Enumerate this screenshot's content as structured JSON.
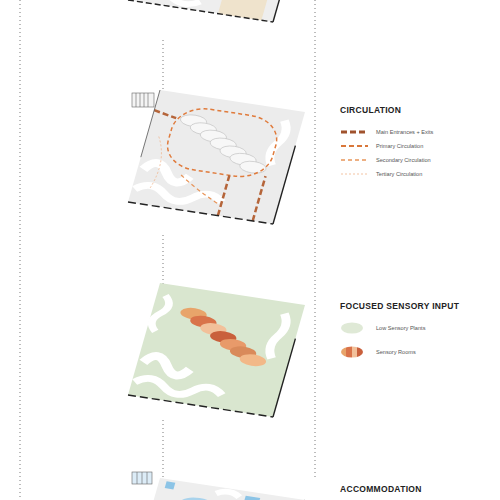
{
  "diagram": {
    "labels": [
      "CIRCULATION",
      "FOCUSED SENSORY INPUT",
      "ACCOMMODATION"
    ],
    "legend": [
      {
        "text": "Main Entrances + Exits"
      },
      {
        "text": "Primary Circulation"
      },
      {
        "text": "Secondary Circulation"
      },
      {
        "text": "Tertiary Circulation"
      },
      {
        "text": "Low Sensory Plants",
        "color": "#dfe9d6"
      },
      {
        "text": "Sensory Rooms"
      }
    ]
  }
}
